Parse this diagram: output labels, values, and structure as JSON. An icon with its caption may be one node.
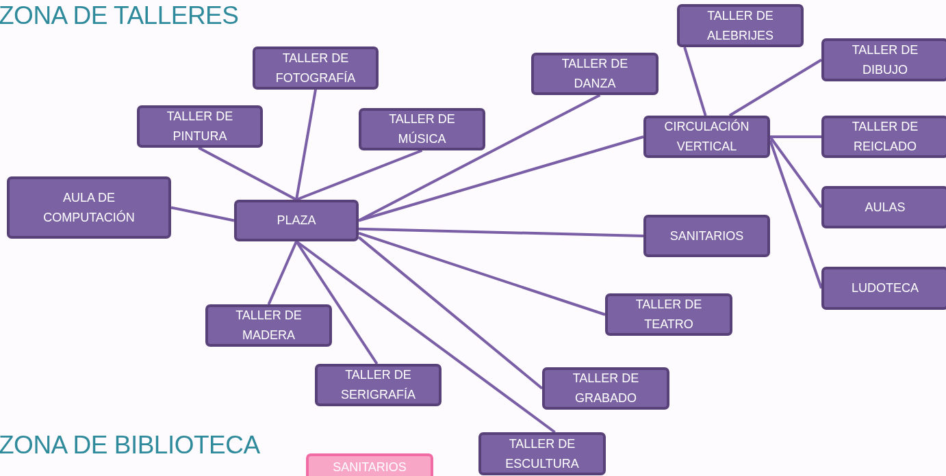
{
  "diagram": {
    "title": "ZONA DE TALLERES",
    "nodes": [
      {
        "text": [
          "PLAZA"
        ]
      },
      {
        "text": [
          "AULA DE COMPUTACIÓN"
        ]
      },
      {
        "text": [
          "TALLER DE PINTURA"
        ]
      },
      {
        "text": [
          "TALLER DE FOTOGRAFÍA"
        ]
      },
      {
        "text": [
          "TALLER DE MÚSICA"
        ]
      },
      {
        "text": [
          "TALLER DE DANZA"
        ]
      },
      {
        "text": [
          "CIRCULACIÓN VERTICAL"
        ]
      },
      {
        "text": [
          "TALLER DE ALEBRIJES"
        ]
      },
      {
        "text": [
          "TALLER DE DIBUJO"
        ]
      },
      {
        "text": [
          "TALLER DE REICLADO"
        ]
      },
      {
        "text": [
          "AULAS"
        ]
      },
      {
        "text": [
          "LUDOTECA"
        ]
      },
      {
        "text": [
          "SANITARIOS"
        ]
      },
      {
        "text": [
          "TALLER DE TEATRO"
        ]
      },
      {
        "text": [
          "TALLER DE MADERA"
        ]
      },
      {
        "text": [
          "TALLER DE SERIGRAFÍA"
        ]
      },
      {
        "text": [
          "TALLER DE GRABADO"
        ]
      },
      {
        "text": [
          "TALLER DE ESCULTURA"
        ]
      },
      {
        "text": [
          "SANITARIOS"
        ]
      }
    ],
    "edges": [
      {
        "from": 0,
        "to": 1,
        "arrow": "none"
      },
      {
        "from": 0,
        "to": 2,
        "arrow": "none"
      },
      {
        "from": 0,
        "to": 3,
        "arrow": "none"
      },
      {
        "from": 0,
        "to": 4,
        "arrow": "none"
      },
      {
        "from": 0,
        "to": 5,
        "arrow": "none"
      },
      {
        "from": 0,
        "to": 6,
        "arrow": "none"
      },
      {
        "from": 0,
        "to": 12,
        "arrow": "none"
      },
      {
        "from": 0,
        "to": 13,
        "arrow": "none"
      },
      {
        "from": 0,
        "to": 14,
        "arrow": "none"
      },
      {
        "from": 0,
        "to": 15,
        "arrow": "none"
      },
      {
        "from": 0,
        "to": 16,
        "arrow": "none"
      },
      {
        "from": 0,
        "to": 17,
        "arrow": "none"
      },
      {
        "from": 6,
        "to": 7,
        "arrow": "none"
      },
      {
        "from": 6,
        "to": 8,
        "arrow": "none"
      },
      {
        "from": 6,
        "to": 9,
        "arrow": "none"
      },
      {
        "from": 6,
        "to": 10,
        "arrow": "none"
      },
      {
        "from": 6,
        "to": 11,
        "arrow": "none"
      }
    ],
    "labels": [
      "ZONA DE BIBLIOTECA"
    ]
  }
}
